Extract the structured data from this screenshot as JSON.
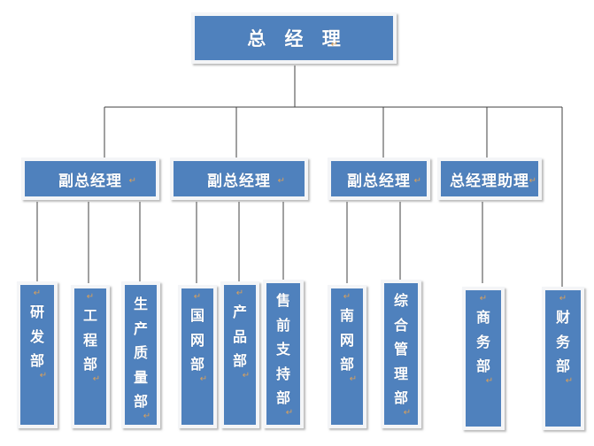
{
  "diagram": {
    "title_text": "总 经 理",
    "type": "organization-chart",
    "colors": {
      "node_fill": "#4f81bd",
      "node_frame": "#f4f5f7",
      "node_text": "#ffffff",
      "connector": "#404040",
      "background": "#ffffff",
      "mark": "#d9a05b"
    },
    "mark_glyph": "↵"
  },
  "root": {
    "label": "总 经 理",
    "name": "general-manager"
  },
  "tier2": [
    {
      "label": "副总经理",
      "name": "deputy-general-manager-1"
    },
    {
      "label": "副总经理",
      "name": "deputy-general-manager-2"
    },
    {
      "label": "副总经理",
      "name": "deputy-general-manager-3"
    },
    {
      "label": "总经理助理",
      "name": "assistant-to-general-manager"
    }
  ],
  "leaves": [
    {
      "label": "研发部",
      "chars": [
        "研",
        "发",
        "部"
      ],
      "name": "rd-department"
    },
    {
      "label": "工程部",
      "chars": [
        "工",
        "程",
        "部"
      ],
      "name": "engineering-department"
    },
    {
      "label": "生产质量部",
      "chars": [
        "生",
        "产",
        "质",
        "量",
        "部"
      ],
      "name": "production-quality-department"
    },
    {
      "label": "国网部",
      "chars": [
        "国",
        "网",
        "部"
      ],
      "name": "state-grid-department"
    },
    {
      "label": "产品部",
      "chars": [
        "产",
        "品",
        "部"
      ],
      "name": "product-department"
    },
    {
      "label": "售前支持部",
      "chars": [
        "售",
        "前",
        "支",
        "持",
        "部"
      ],
      "name": "presales-support-department"
    },
    {
      "label": "南网部",
      "chars": [
        "南",
        "网",
        "部"
      ],
      "name": "southern-grid-department"
    },
    {
      "label": "综合管理部",
      "chars": [
        "综",
        "合",
        "管",
        "理",
        "部"
      ],
      "name": "general-management-department"
    },
    {
      "label": "商务部",
      "chars": [
        "商",
        "务",
        "部"
      ],
      "name": "business-department"
    },
    {
      "label": "财务部",
      "chars": [
        "财",
        "务",
        "部"
      ],
      "name": "finance-department"
    }
  ]
}
